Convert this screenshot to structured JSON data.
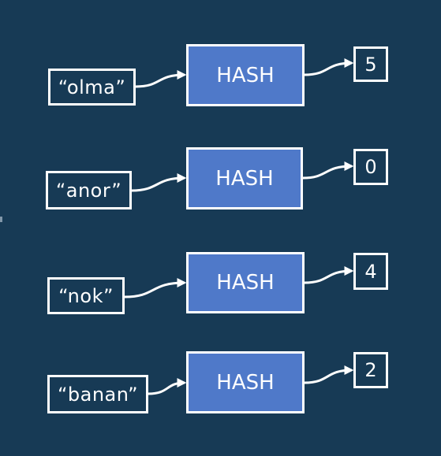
{
  "colors": {
    "background": "#173a55",
    "hash_fill": "#4f79c9",
    "stroke": "#ffffff"
  },
  "rows": [
    {
      "key": "“olma”",
      "func": "HASH",
      "result": "5"
    },
    {
      "key": "“anor”",
      "func": "HASH",
      "result": "0"
    },
    {
      "key": "“nok”",
      "func": "HASH",
      "result": "4"
    },
    {
      "key": "“banan”",
      "func": "HASH",
      "result": "2"
    }
  ]
}
